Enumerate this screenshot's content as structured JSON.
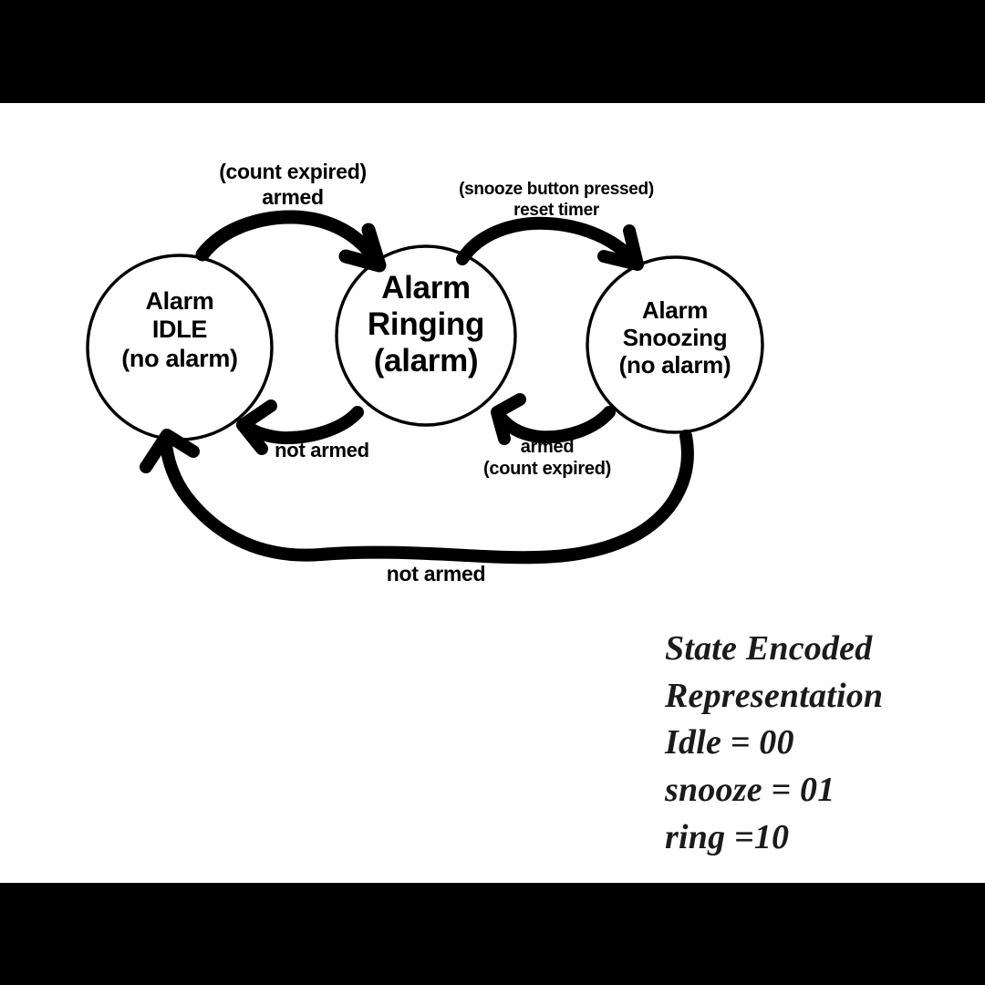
{
  "canvas": {
    "background_color": "#ffffff",
    "letterbox_color": "#000000",
    "ink_color": "#000000"
  },
  "diagram": {
    "type": "finite-state-machine",
    "title_present": false,
    "states": [
      {
        "id": "idle",
        "line1": "Alarm",
        "line2": "IDLE",
        "line3": "(no alarm)",
        "output": "no alarm",
        "encoding": "00"
      },
      {
        "id": "ringing",
        "line1": "Alarm",
        "line2": "Ringing",
        "line3": "(alarm)",
        "output": "alarm",
        "encoding": "10"
      },
      {
        "id": "snoozing",
        "line1": "Alarm",
        "line2": "Snoozing",
        "line3": "(no alarm)",
        "output": "no alarm",
        "encoding": "01"
      }
    ],
    "transitions": [
      {
        "id": "idle-to-ringing",
        "from": "idle",
        "to": "ringing",
        "line1": "(count expired)",
        "line2": "armed"
      },
      {
        "id": "ringing-to-snoozing",
        "from": "ringing",
        "to": "snoozing",
        "line1": "(snooze button pressed)",
        "line2": "reset timer"
      },
      {
        "id": "ringing-to-idle",
        "from": "ringing",
        "to": "idle",
        "line1": "not armed",
        "line2": ""
      },
      {
        "id": "snoozing-to-ringing",
        "from": "snoozing",
        "to": "ringing",
        "line1": "armed",
        "line2": "(count expired)"
      },
      {
        "id": "snoozing-to-idle",
        "from": "snoozing",
        "to": "idle",
        "line1": "not armed",
        "line2": ""
      }
    ]
  },
  "legend": {
    "heading_line1": "State Encoded",
    "heading_line2": "Representation",
    "row1": "Idle = 00",
    "row2": "snooze = 01",
    "row3": "ring =10"
  }
}
